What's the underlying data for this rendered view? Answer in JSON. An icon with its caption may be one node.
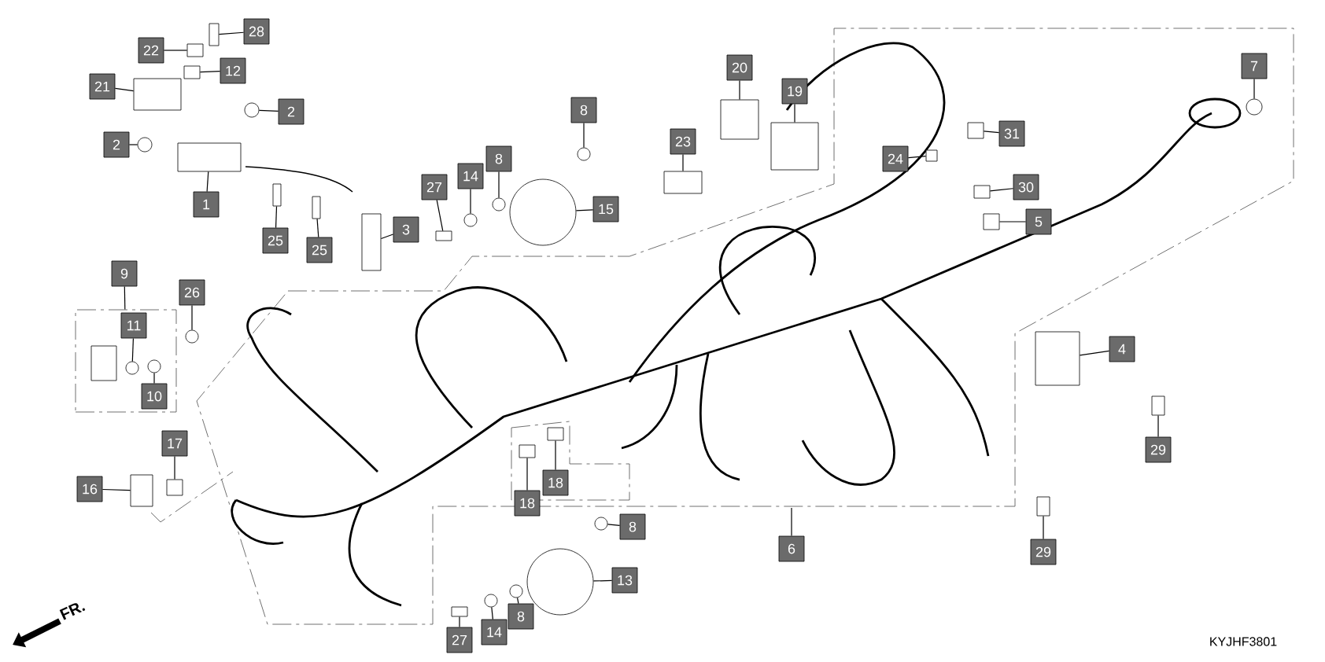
{
  "diagram": {
    "nodes": [
      {
        "text": [],
        "shape": "box"
      },
      {
        "text": [
          "28"
        ]
      },
      {
        "text": [
          "22"
        ]
      },
      {
        "text": [
          "12"
        ]
      },
      {
        "text": [
          "21"
        ]
      },
      {
        "text": [
          "2"
        ]
      },
      {
        "text": [
          "2"
        ]
      },
      {
        "text": [
          "1"
        ]
      },
      {
        "text": [
          "25"
        ]
      },
      {
        "text": [
          "25"
        ]
      },
      {
        "text": [
          "3"
        ]
      },
      {
        "text": [
          "27"
        ]
      },
      {
        "text": [
          "14"
        ]
      },
      {
        "text": [
          "8"
        ]
      },
      {
        "text": [
          "8"
        ]
      },
      {
        "text": [
          "15"
        ]
      },
      {
        "text": [
          "23"
        ]
      },
      {
        "text": [
          "20"
        ]
      },
      {
        "text": [
          "19"
        ]
      },
      {
        "text": [
          "7"
        ]
      },
      {
        "text": [
          "31"
        ]
      },
      {
        "text": [
          "24"
        ]
      },
      {
        "text": [
          "30"
        ]
      },
      {
        "text": [
          "5"
        ]
      },
      {
        "text": [
          "9"
        ]
      },
      {
        "text": [
          "11"
        ],
        "in": 0
      },
      {
        "text": [
          "26"
        ]
      },
      {
        "text": [
          "10"
        ],
        "in": 0
      },
      {
        "text": [
          "4"
        ]
      },
      {
        "text": [
          "29"
        ]
      },
      {
        "text": [
          "17"
        ]
      },
      {
        "text": [
          "16"
        ]
      },
      {
        "text": [
          "18"
        ]
      },
      {
        "text": [
          "18"
        ]
      },
      {
        "text": [
          "8"
        ]
      },
      {
        "text": [
          "6"
        ]
      },
      {
        "text": [
          "29"
        ]
      },
      {
        "text": [
          "13"
        ]
      },
      {
        "text": [
          "8"
        ]
      },
      {
        "text": [
          "14"
        ]
      },
      {
        "text": [
          "27"
        ]
      },
      {
        "text": [],
        "shape": "box"
      },
      {
        "text": [],
        "shape": "box"
      },
      {
        "text": [],
        "shape": "box"
      },
      {
        "text": [],
        "shape": "box"
      },
      {
        "text": [],
        "shape": "circle"
      },
      {
        "text": [],
        "shape": "circle"
      },
      {
        "text": [],
        "shape": "box"
      },
      {
        "text": [],
        "shape": "box"
      },
      {
        "text": [],
        "shape": "box"
      },
      {
        "text": [],
        "shape": "box"
      },
      {
        "text": [],
        "shape": "box"
      },
      {
        "text": [],
        "shape": "circle"
      },
      {
        "text": [],
        "shape": "circle"
      },
      {
        "text": [],
        "shape": "circle"
      },
      {
        "text": [],
        "shape": "circle"
      },
      {
        "text": [],
        "shape": "box"
      },
      {
        "text": [],
        "shape": "box"
      },
      {
        "text": [],
        "shape": "box"
      },
      {
        "text": [],
        "shape": "circle"
      },
      {
        "text": [],
        "shape": "box"
      },
      {
        "text": [],
        "shape": "box"
      },
      {
        "text": [],
        "shape": "box"
      },
      {
        "text": [],
        "shape": "box"
      },
      {
        "text": [],
        "shape": "circle",
        "in": 0
      },
      {
        "text": [],
        "shape": "circle"
      },
      {
        "text": [],
        "shape": "circle",
        "in": 0
      },
      {
        "text": [],
        "shape": "box"
      },
      {
        "text": [],
        "shape": "box"
      },
      {
        "text": [],
        "shape": "box"
      },
      {
        "text": [],
        "shape": "box"
      },
      {
        "text": [],
        "shape": "box"
      },
      {
        "text": [],
        "shape": "box"
      },
      {
        "text": [],
        "shape": "circle"
      },
      {
        "text": [],
        "shape": "box"
      },
      {
        "text": [],
        "shape": "circle"
      },
      {
        "text": [],
        "shape": "circle"
      },
      {
        "text": [],
        "shape": "circle"
      },
      {
        "text": [],
        "shape": "box"
      }
    ],
    "edges": [
      {
        "from": 1,
        "to": 41,
        "arrow": "none"
      },
      {
        "from": 2,
        "to": 42,
        "arrow": "none"
      },
      {
        "from": 3,
        "to": 43,
        "arrow": "none"
      },
      {
        "from": 4,
        "to": 44,
        "arrow": "none"
      },
      {
        "from": 5,
        "to": 45,
        "arrow": "none"
      },
      {
        "from": 6,
        "to": 46,
        "arrow": "none"
      },
      {
        "from": 7,
        "to": 47,
        "arrow": "none"
      },
      {
        "from": 8,
        "to": 48,
        "arrow": "none"
      },
      {
        "from": 9,
        "to": 49,
        "arrow": "none"
      },
      {
        "from": 10,
        "to": 50,
        "arrow": "none"
      },
      {
        "from": 11,
        "to": 51,
        "arrow": "none"
      },
      {
        "from": 12,
        "to": 52,
        "arrow": "none"
      },
      {
        "from": 13,
        "to": 53,
        "arrow": "none"
      },
      {
        "from": 14,
        "to": 54,
        "arrow": "none"
      },
      {
        "from": 15,
        "to": 55,
        "arrow": "none"
      },
      {
        "from": 16,
        "to": 56,
        "arrow": "none"
      },
      {
        "from": 17,
        "to": 57,
        "arrow": "none"
      },
      {
        "from": 18,
        "to": 58,
        "arrow": "none"
      },
      {
        "from": 19,
        "to": 59,
        "arrow": "none"
      },
      {
        "from": 20,
        "to": 60,
        "arrow": "none"
      },
      {
        "from": 21,
        "to": 61,
        "arrow": "none"
      },
      {
        "from": 22,
        "to": 62,
        "arrow": "none"
      },
      {
        "from": 23,
        "to": 63,
        "arrow": "none"
      },
      {
        "from": 24,
        "to": 0,
        "arrow": "none"
      },
      {
        "from": 25,
        "to": 64,
        "arrow": "none"
      },
      {
        "from": 26,
        "to": 65,
        "arrow": "none"
      },
      {
        "from": 27,
        "to": 66,
        "arrow": "none"
      },
      {
        "from": 28,
        "to": 67,
        "arrow": "none"
      },
      {
        "from": 29,
        "to": 68,
        "arrow": "none"
      },
      {
        "from": 30,
        "to": 69,
        "arrow": "none"
      },
      {
        "from": 31,
        "to": 70,
        "arrow": "none"
      },
      {
        "from": 32,
        "to": 71,
        "arrow": "none"
      },
      {
        "from": 33,
        "to": 72,
        "arrow": "none"
      },
      {
        "from": 34,
        "to": 73,
        "arrow": "none"
      },
      {
        "from": 35,
        "to": null,
        "arrow": "none"
      },
      {
        "from": 36,
        "to": 74,
        "arrow": "none"
      },
      {
        "from": 37,
        "to": 75,
        "arrow": "none"
      },
      {
        "from": 38,
        "to": 76,
        "arrow": "none"
      },
      {
        "from": 39,
        "to": 77,
        "arrow": "none"
      },
      {
        "from": 40,
        "to": 78,
        "arrow": "none"
      }
    ],
    "labels": [
      "FR.",
      "KYJHF3801"
    ]
  }
}
